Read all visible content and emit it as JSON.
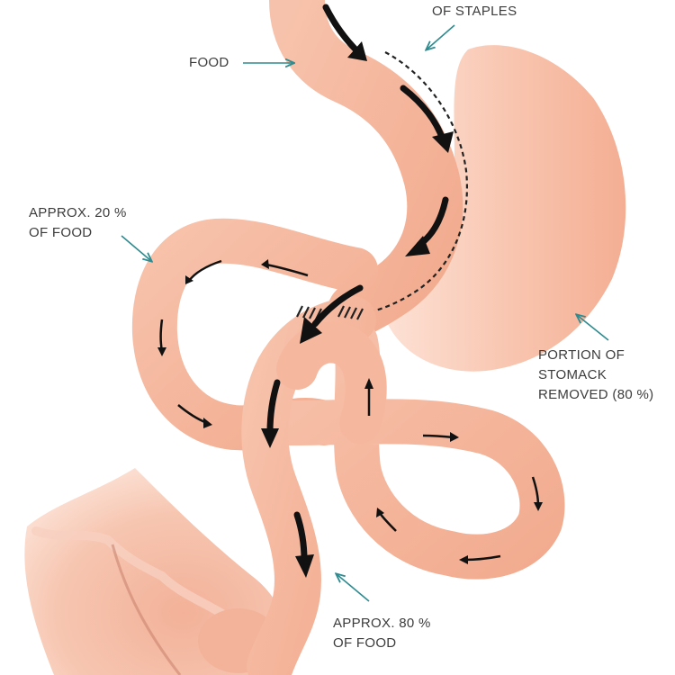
{
  "labels": {
    "staples": "OF STAPLES",
    "food": "FOOD",
    "approx20": [
      "APPROX. 20 %",
      "OF FOOD"
    ],
    "removed": [
      "PORTION OF",
      "STOMACK",
      "REMOVED (80 %)"
    ],
    "approx80": [
      "APPROX. 80 %",
      "OF FOOD"
    ]
  },
  "colors": {
    "tube": "#f4b49a",
    "tube_light": "#fbd6c6",
    "stomach_removed": "#f6b9a2",
    "stomach_light": "#fde0d4",
    "colon": "#f3b79e",
    "arrow": "#111111",
    "pointer": "#2e8b8f",
    "text": "#3c3c3c"
  }
}
